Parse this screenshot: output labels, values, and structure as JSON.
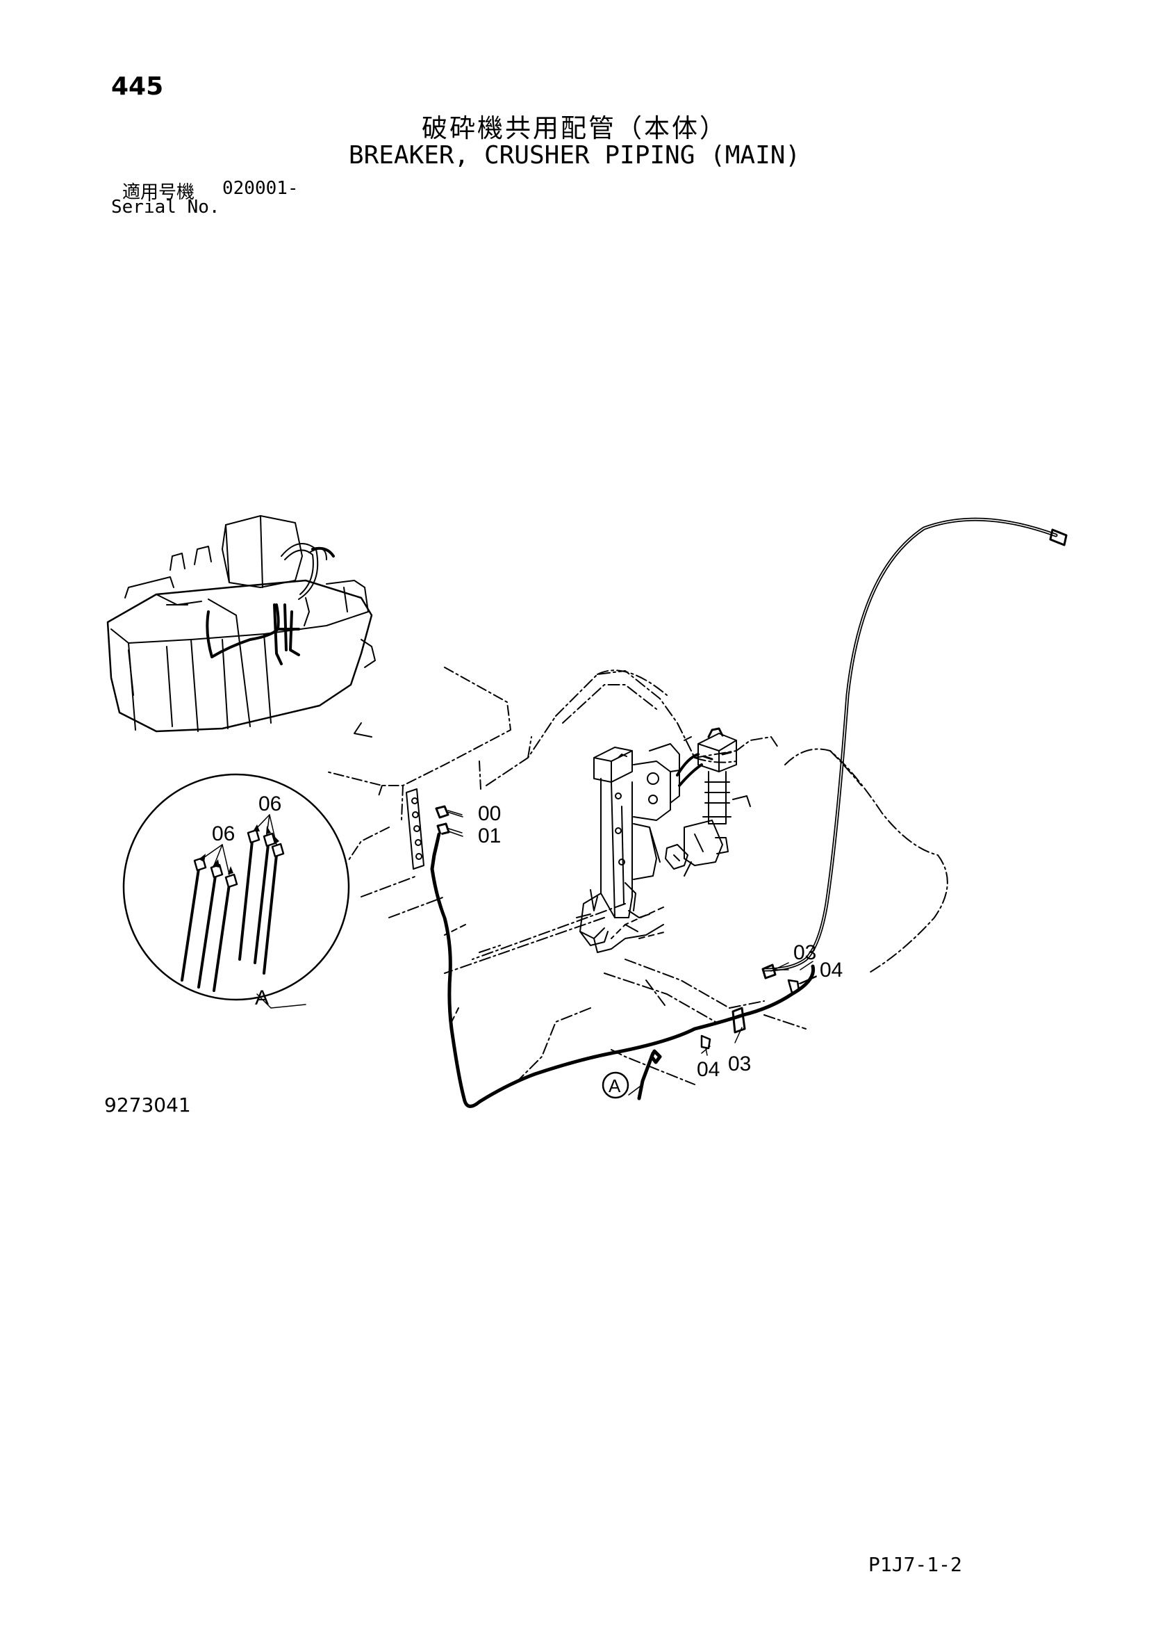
{
  "header": {
    "page_number": "445",
    "title_ja": "破砕機共用配管（本体）",
    "title_en": "BREAKER, CRUSHER PIPING (MAIN)"
  },
  "serial": {
    "label_ja": "適用号機",
    "value": "020001-",
    "label_en": "Serial No."
  },
  "callouts": {
    "c00": "00",
    "c01": "01",
    "c03_upper": "03",
    "c04_upper": "04",
    "c04_lower": "04",
    "c03_lower": "03",
    "c06_top": "06",
    "c06_left": "06",
    "detail_a": "A",
    "view_a": "A"
  },
  "footer": {
    "drawing_number": "9273041",
    "sheet_code": "P1J7-1-2"
  }
}
